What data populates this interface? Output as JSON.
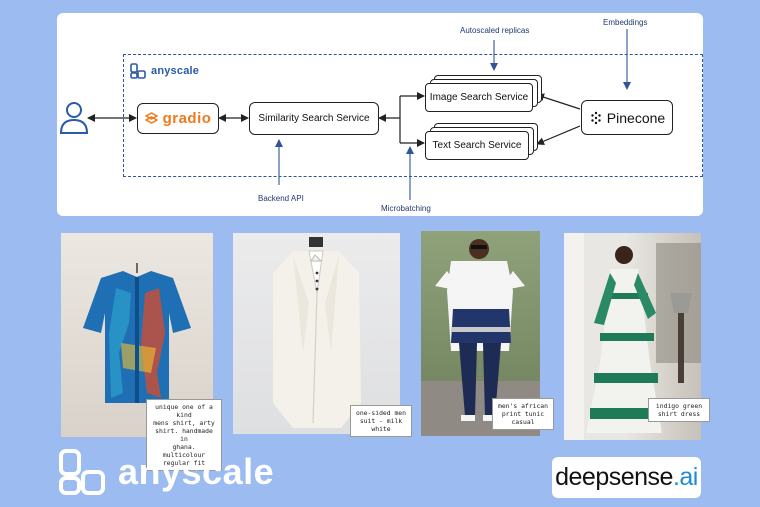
{
  "diagram": {
    "brand_label": "anyscale",
    "nodes": {
      "gradio": "gradio",
      "similarity": "Similarity Search Service",
      "image_search": "Image Search Service",
      "text_search": "Text Search Service",
      "pinecone": "Pinecone"
    },
    "annotations": {
      "autoscaled": "Autoscaled replicas",
      "embeddings": "Embeddings",
      "backend_api": "Backend API",
      "microbatching": "Microbatching"
    },
    "icons": {
      "user": "user-icon",
      "gradio": "gradio-logo-icon",
      "pinecone": "pinecone-logo-icon",
      "anyscale": "anyscale-logo-icon"
    }
  },
  "products": [
    {
      "caption": "unique one of a kind\nmens shirt, arty\nshirt. handmade in\nghana. multicolour\nregular fit"
    },
    {
      "caption": "one-sided men\nsuit - milk\nwhite"
    },
    {
      "caption": "men's african\nprint tunic\ncasual"
    },
    {
      "caption": "indigo green\nshirt dress"
    }
  ],
  "footer": {
    "anyscale_label": "anyscale",
    "deepsense_prefix": "deepsense",
    "deepsense_suffix": ".ai"
  },
  "colors": {
    "background": "#9bbbf1",
    "gradio": "#f07a1a",
    "anyscale_blue": "#2b5aa8",
    "deepsense_accent": "#1d8bd8"
  }
}
